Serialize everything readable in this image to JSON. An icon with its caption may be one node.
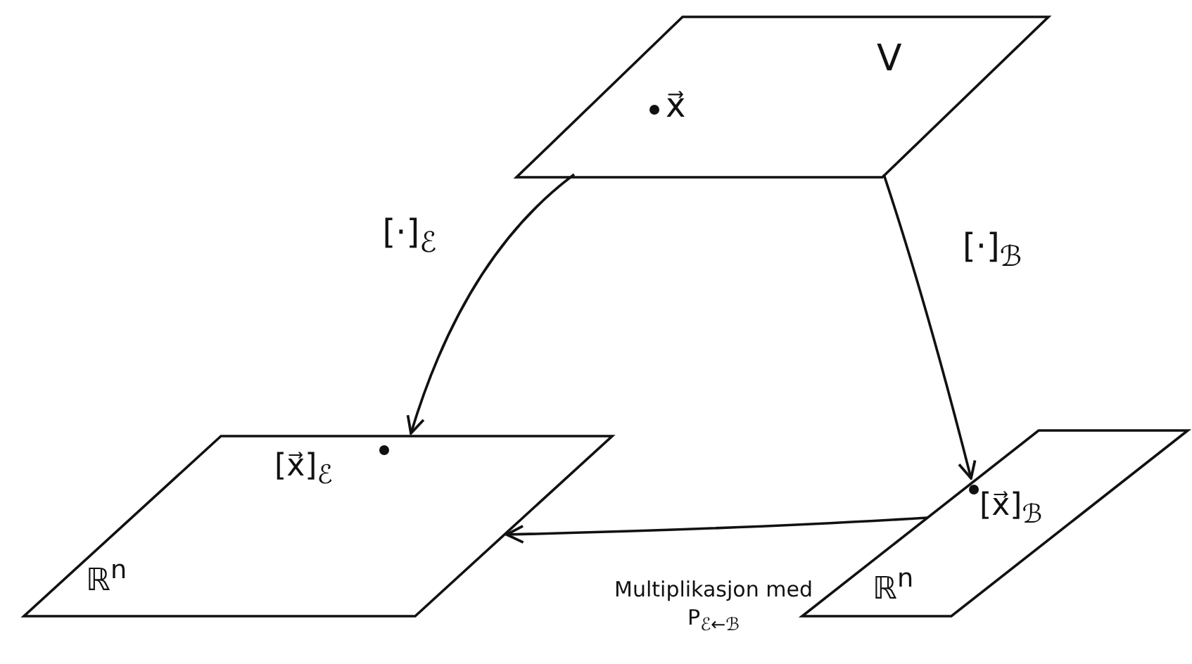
{
  "diagram": {
    "nodes": [
      {
        "text": [
          "V",
          "x⃗"
        ]
      },
      {
        "text": [
          "[x⃗]$_{ℰ}$",
          "ℝ$^{n}$"
        ]
      },
      {
        "text": [
          "[x⃗]$_{ℬ}$",
          "ℝ$^{n}$"
        ]
      }
    ],
    "edges": [
      {
        "from": 0,
        "to": 1,
        "arrow": "to",
        "label": "[·]$_{ℰ}$"
      },
      {
        "from": 0,
        "to": 2,
        "arrow": "to",
        "label": "[·]$_{ℬ}$"
      },
      {
        "from": 2,
        "to": 1,
        "arrow": "to",
        "label": "Multiplikasjon med P$_{ℰ←ℬ}$"
      }
    ]
  }
}
